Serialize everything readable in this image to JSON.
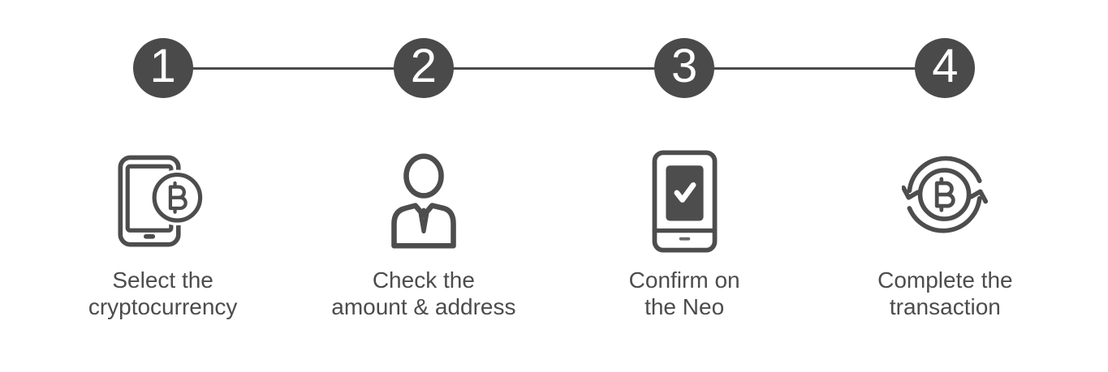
{
  "colors": {
    "background": "#ffffff",
    "step_circle": "#4a4a4a",
    "connector": "#4a4a4a",
    "step_number": "#ffffff",
    "icon_stroke": "#4d4d4d",
    "icon_inverse": "#ffffff",
    "label_text": "#4c4c4c"
  },
  "steps": [
    {
      "number": "1",
      "icon": "smartphone-bitcoin-icon",
      "label_lines": [
        "Select the",
        "cryptocurrency"
      ]
    },
    {
      "number": "2",
      "icon": "person-icon",
      "label_lines": [
        "Check the",
        "amount & address"
      ]
    },
    {
      "number": "3",
      "icon": "device-checkmark-icon",
      "label_lines": [
        "Confirm on",
        "the Neo"
      ]
    },
    {
      "number": "4",
      "icon": "bitcoin-cycle-icon",
      "label_lines": [
        "Complete the",
        "transaction"
      ]
    }
  ]
}
